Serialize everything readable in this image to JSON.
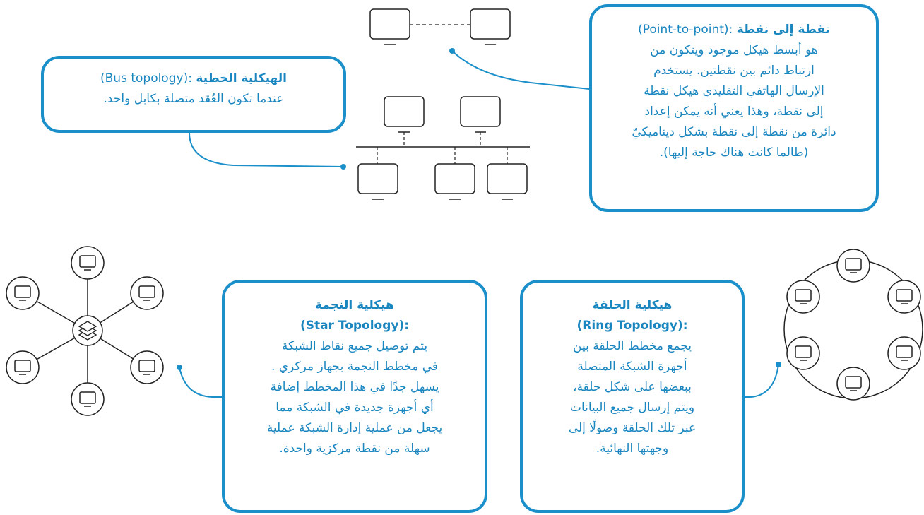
{
  "p2p": {
    "title": "نقطة إلى نقطة",
    "term": "(Point-to-point):",
    "lines": [
      "هو أبسط هيكل موجود ويتكون من",
      "ارتباط دائم بين نقطتين. يستخدم",
      "الإرسال الهاتفي التقليدي هيكل نقطة",
      "إلى نقطة، وهذا يعني أنه يمكن إعداد",
      "دائرة من نقطة إلى نقطة بشكل ديناميكيّ",
      "(طالما كانت هناك حاجة إليها)."
    ]
  },
  "bus": {
    "title": "الهيكلية الخطية",
    "term": "(Bus topology):",
    "lines": [
      "عندما تكون العُقد متصلة بكابل واحد."
    ]
  },
  "star": {
    "title": "هيكلية النجمة",
    "term": "(Star Topology):",
    "lines": [
      "يتم توصيل جميع نقاط الشبكة",
      "في مخطط النجمة بجهاز مركزي .",
      "يسهل جدًا في هذا المخطط إضافة",
      "أي أجهزة جديدة في الشبكة مما",
      "يجعل من عملية إدارة الشبكة عملية",
      "سهلة من نقطة مركزية واحدة."
    ]
  },
  "ring": {
    "title": "هيكلية الحلقة",
    "term": "(Ring Topology):",
    "lines": [
      "يجمع مخطط الحلقة بين",
      "أجهزة الشبكة المتصلة",
      "ببعضها على شكل حلقة،",
      "ويتم إرسال جميع البيانات",
      "عبر تلك الحلقة وصولًا إلى",
      "وجهتها النهائية."
    ]
  },
  "colors": {
    "accent": "#1a8fc9",
    "line": "#222222"
  },
  "icons": {
    "computer": "monitor-icon",
    "hub": "stack-layers-icon"
  }
}
